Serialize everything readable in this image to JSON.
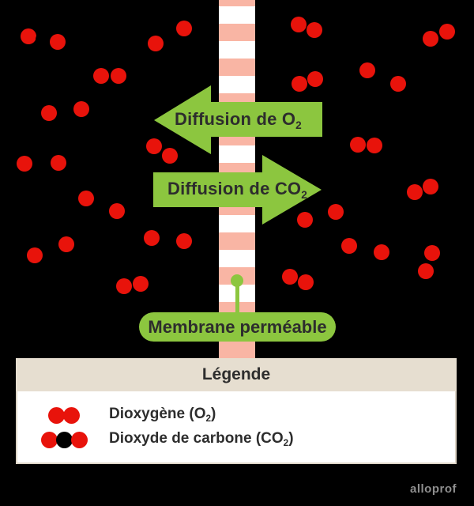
{
  "colors": {
    "background": "#000000",
    "red": "#e8130b",
    "green": "#8cc63f",
    "membrane_salmon": "#f9b5a4",
    "membrane_white": "#ffffff",
    "legend_header_bg": "#e6ded0",
    "legend_body_bg": "#ffffff",
    "legend_border": "#ddd5c7",
    "text_dark": "#2d2d2d",
    "watermark_gray": "#8e8e8e",
    "carbon_black": "#000000"
  },
  "arrows": {
    "o2": {
      "label_prefix": "Diffusion de O",
      "label_sub": "2",
      "direction": "left"
    },
    "co2": {
      "label_prefix": "Diffusion de CO",
      "label_sub": "2",
      "direction": "right"
    }
  },
  "membrane_label": {
    "text": "Membrane perméable"
  },
  "legend": {
    "title": "Légende",
    "items": [
      {
        "label_prefix": "Dioxygène (O",
        "label_sub": "2",
        "label_suffix": ")",
        "dots": [
          "red",
          "red"
        ]
      },
      {
        "label_prefix": "Dioxyde de carbone (CO",
        "label_sub": "2",
        "label_suffix": ")",
        "dots": [
          "red",
          "black",
          "red"
        ]
      }
    ]
  },
  "watermark": "alloprof",
  "molecules": {
    "o2": [
      [
        [
          128,
          96
        ],
        [
          150,
          96
        ]
      ],
      [
        [
          195,
          185
        ],
        [
          215,
          197
        ]
      ],
      [
        [
          157,
          362
        ],
        [
          178,
          359
        ]
      ],
      [
        [
          378,
          31
        ],
        [
          398,
          38
        ]
      ],
      [
        [
          545,
          49
        ],
        [
          566,
          40
        ]
      ],
      [
        [
          379,
          106
        ],
        [
          399,
          100
        ]
      ],
      [
        [
          453,
          183
        ],
        [
          474,
          184
        ]
      ],
      [
        [
          525,
          243
        ],
        [
          545,
          236
        ]
      ],
      [
        [
          547,
          320
        ],
        [
          539,
          343
        ]
      ],
      [
        [
          367,
          350
        ],
        [
          387,
          357
        ]
      ]
    ],
    "co2": [
      [
        [
          36,
          46
        ],
        [
          73,
          53
        ]
      ],
      [
        [
          197,
          55
        ],
        [
          233,
          36
        ]
      ],
      [
        [
          62,
          143
        ],
        [
          103,
          138
        ]
      ],
      [
        [
          31,
          207
        ],
        [
          74,
          206
        ]
      ],
      [
        [
          109,
          251
        ],
        [
          148,
          267
        ]
      ],
      [
        [
          44,
          323
        ],
        [
          84,
          309
        ]
      ],
      [
        [
          192,
          301
        ],
        [
          233,
          305
        ]
      ],
      [
        [
          465,
          89
        ],
        [
          504,
          106
        ]
      ],
      [
        [
          386,
          278
        ],
        [
          425,
          268
        ]
      ],
      [
        [
          442,
          311
        ],
        [
          483,
          319
        ]
      ]
    ]
  }
}
